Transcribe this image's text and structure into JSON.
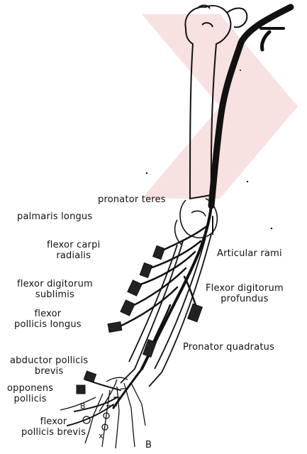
{
  "labels": {
    "pronator_teres": "pronator teres",
    "palmaris_longus": "palmaris longus",
    "flexor_carpi_radialis": [
      "flexor carpi",
      "radialis"
    ],
    "articular_rami": "Articular rami",
    "flexor_digitorum_sublimis": [
      "flexor digitorum",
      "sublimis"
    ],
    "flexor_digitorum_profundus": [
      "Flexor digitorum",
      "profundus"
    ],
    "flexor_pollicis_longus": [
      "flexor",
      "pollicis longus"
    ],
    "pronator_quadratus": "Pronator quadratus",
    "abductor_pollicis_brevis": [
      "abductor pollicis",
      "brevis"
    ],
    "opponens_pollicis": [
      "opponens",
      "pollicis"
    ],
    "flexor_pollicis_brevis": [
      "flexor",
      "pollicis brevis"
    ],
    "marker_b_small": "B",
    "marker_b_bottom": "B",
    "marker_x": "x"
  },
  "colors": {
    "ink": "#111111",
    "watermark": "#f6d9d9",
    "background": "#ffffff"
  },
  "icons": [
    "humerus-bone",
    "median-nerve",
    "radius-bone",
    "ulna-bone",
    "hand-bones"
  ]
}
